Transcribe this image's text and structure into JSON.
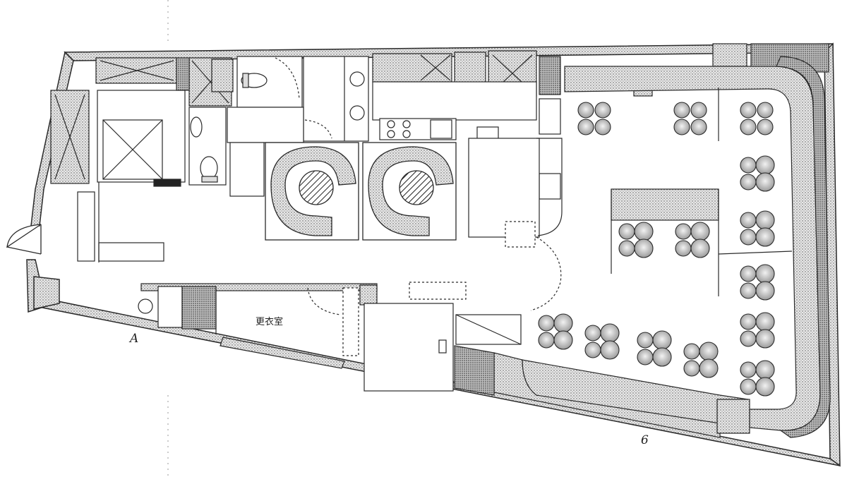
{
  "labels": {
    "section_a": "A",
    "section_b": "6",
    "changing_room": "更衣室"
  },
  "colors": {
    "wall_fill": "#c9c9c9",
    "line": "#2a2a2a",
    "dark": "#333333",
    "paper": "#ffffff"
  }
}
